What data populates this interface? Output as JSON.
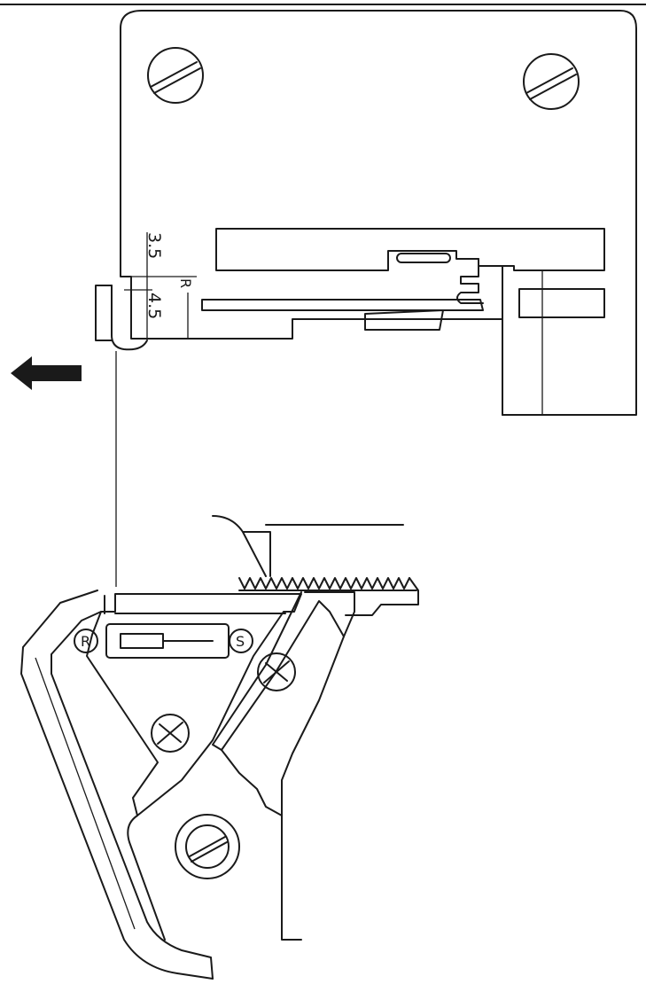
{
  "labels": {
    "dim_top": "3.5",
    "dim_bottom": "4.5",
    "plate_mark": "R",
    "mark_r": "R",
    "mark_s": "S"
  },
  "colors": {
    "line": "#1a1a1a",
    "background": "#ffffff"
  },
  "icons": {
    "arrow": "arrow-left-icon",
    "screw": "slotted-screw-icon",
    "cross_screw": "cross-screw-icon"
  }
}
